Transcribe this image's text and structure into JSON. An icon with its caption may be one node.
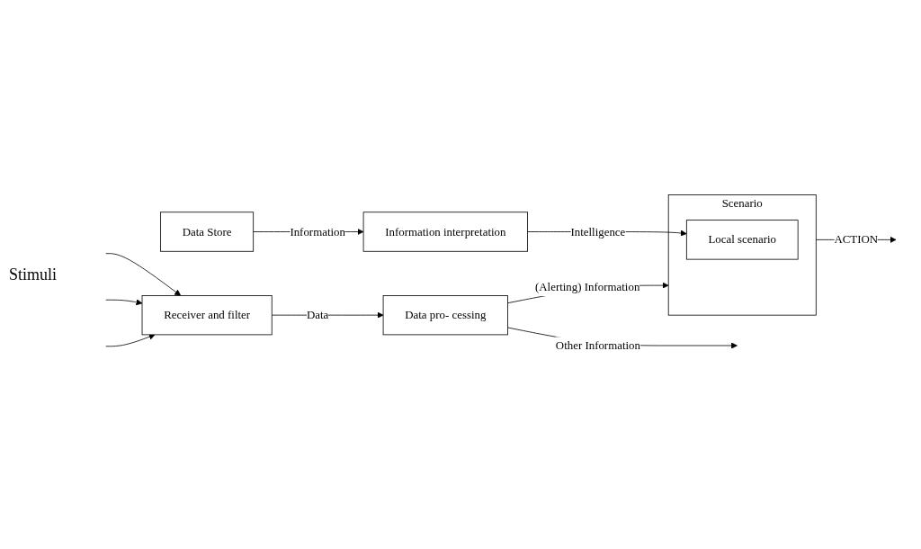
{
  "diagram": {
    "nodes": [
      {
        "text": [
          "Receiver and filter"
        ]
      },
      {
        "text": [
          "Data pro- cessing"
        ]
      },
      {
        "text": [
          "Data Store"
        ]
      },
      {
        "text": [
          "Scenario"
        ]
      },
      {
        "text": [
          "Local scenario"
        ],
        "in": 3
      },
      {
        "text": [
          "Information interpretation"
        ]
      }
    ],
    "edges": [
      {
        "from": null,
        "to": 0,
        "arrow": "to"
      },
      {
        "from": null,
        "to": 0,
        "arrow": "to"
      },
      {
        "from": null,
        "to": 0,
        "arrow": "to"
      },
      {
        "from": 0,
        "to": 1,
        "label": "Data",
        "arrow": "to"
      },
      {
        "from": 1,
        "to": null,
        "label": "Other Information",
        "arrow": "to"
      },
      {
        "from": 1,
        "to": 3,
        "label": "(Alerting) Information",
        "arrow": "to"
      },
      {
        "from": 2,
        "to": 5,
        "label": "Information",
        "arrow": "to"
      },
      {
        "from": 5,
        "to": 4,
        "label": "Intelligence",
        "arrow": "to"
      },
      {
        "from": 3,
        "to": null,
        "label": "ACTION",
        "arrow": "to"
      }
    ],
    "labels": [
      "Stimuli"
    ]
  }
}
